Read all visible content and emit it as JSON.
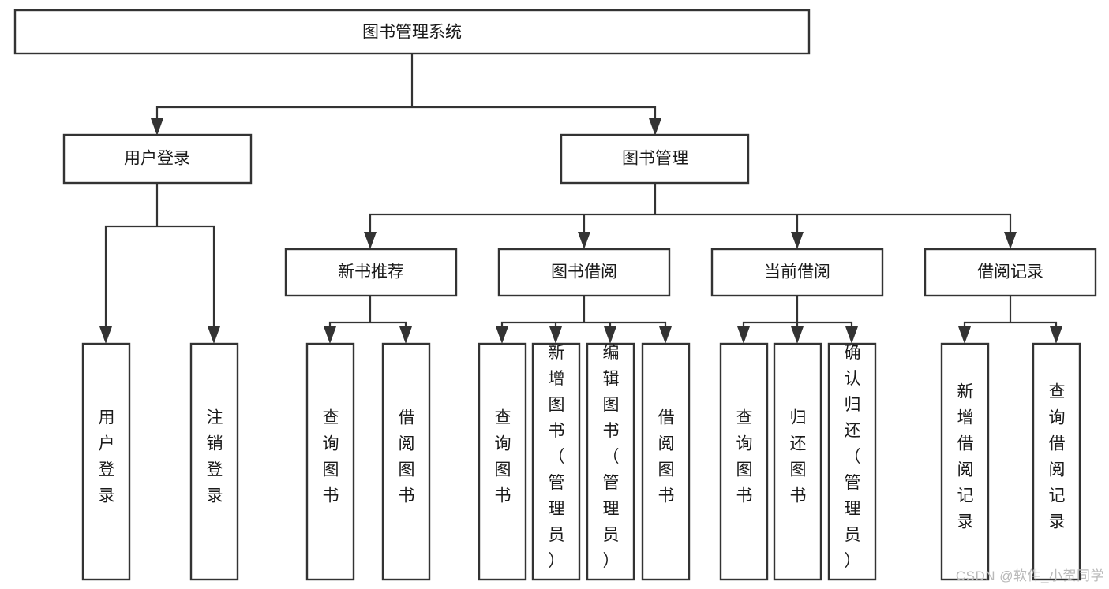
{
  "diagram": {
    "type": "tree",
    "title": "图书管理系统",
    "orientation": "top-down",
    "colors": {
      "box_border": "#333333",
      "box_fill": "#ffffff",
      "edge": "#333333",
      "text": "#1a1a1a",
      "watermark": "#b9b9b9",
      "background": "#ffffff"
    },
    "levels": [
      {
        "level": 1,
        "nodes": [
          {
            "id": "root",
            "label": "图书管理系统",
            "orientation": "horizontal"
          }
        ]
      },
      {
        "level": 2,
        "nodes": [
          {
            "id": "login",
            "label": "用户登录",
            "orientation": "horizontal",
            "parent": "root"
          },
          {
            "id": "bookmgmt",
            "label": "图书管理",
            "orientation": "horizontal",
            "parent": "root"
          }
        ]
      },
      {
        "level": 3,
        "nodes": [
          {
            "id": "newrec",
            "label": "新书推荐",
            "orientation": "horizontal",
            "parent": "bookmgmt"
          },
          {
            "id": "borrow",
            "label": "图书借阅",
            "orientation": "horizontal",
            "parent": "bookmgmt"
          },
          {
            "id": "current",
            "label": "当前借阅",
            "orientation": "horizontal",
            "parent": "bookmgmt"
          },
          {
            "id": "records",
            "label": "借阅记录",
            "orientation": "horizontal",
            "parent": "bookmgmt"
          }
        ]
      },
      {
        "level": 4,
        "nodes": [
          {
            "id": "leaf1",
            "label": "用户登录",
            "orientation": "vertical",
            "parent": "login"
          },
          {
            "id": "leaf2",
            "label": "注销登录",
            "orientation": "vertical",
            "parent": "login"
          },
          {
            "id": "leaf3",
            "label": "查询图书",
            "orientation": "vertical",
            "parent": "newrec"
          },
          {
            "id": "leaf4",
            "label": "借阅图书",
            "orientation": "vertical",
            "parent": "newrec"
          },
          {
            "id": "leaf5",
            "label": "查询图书",
            "orientation": "vertical",
            "parent": "borrow"
          },
          {
            "id": "leaf6",
            "label": "新增图书（管理员）",
            "orientation": "vertical",
            "parent": "borrow"
          },
          {
            "id": "leaf7",
            "label": "编辑图书（管理员）",
            "orientation": "vertical",
            "parent": "borrow"
          },
          {
            "id": "leaf8",
            "label": "借阅图书",
            "orientation": "vertical",
            "parent": "borrow"
          },
          {
            "id": "leaf9",
            "label": "查询图书",
            "orientation": "vertical",
            "parent": "current"
          },
          {
            "id": "leaf10",
            "label": "归还图书",
            "orientation": "vertical",
            "parent": "current"
          },
          {
            "id": "leaf11",
            "label": "确认归还（管理员）",
            "orientation": "vertical",
            "parent": "current"
          },
          {
            "id": "leaf12",
            "label": "新增借阅记录",
            "orientation": "vertical",
            "parent": "records"
          },
          {
            "id": "leaf13",
            "label": "查询借阅记录",
            "orientation": "vertical",
            "parent": "records"
          }
        ]
      }
    ]
  },
  "watermark": {
    "text": "CSDN @软件_小贺同学"
  }
}
